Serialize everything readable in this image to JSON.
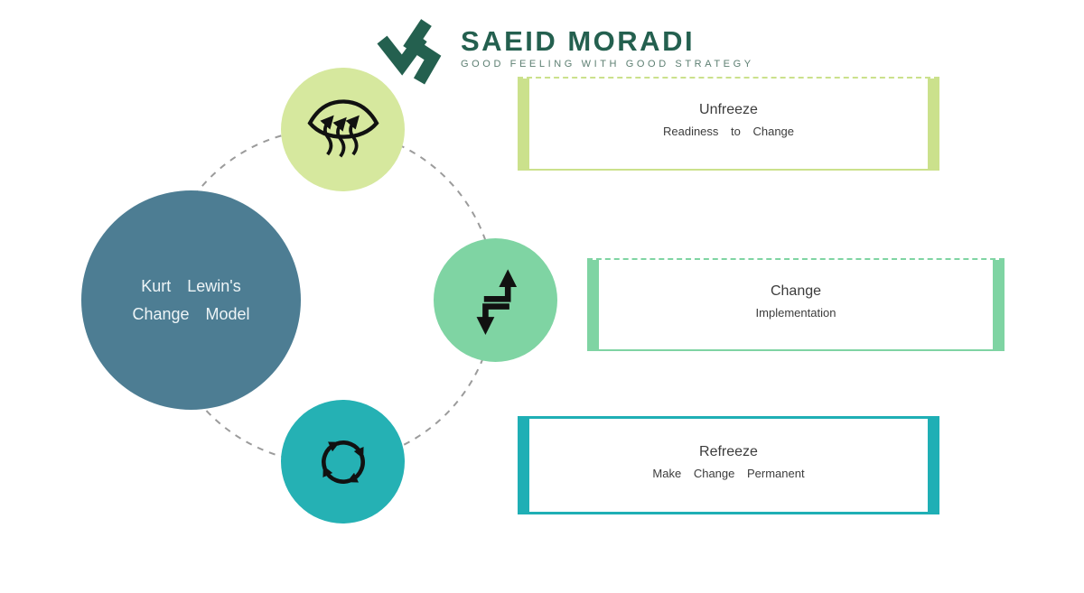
{
  "logo": {
    "brand": "SAEID MORADI",
    "tagline": "GOOD FEELING WITH GOOD STRATEGY",
    "brand_color": "#24604f",
    "tagline_color": "#5d7f72"
  },
  "center_circle": {
    "line1": "Kurt Lewin's",
    "line2": "Change Model",
    "fill": "#4d7d93",
    "text_color": "#eef5f7"
  },
  "ring": {
    "color": "#9b9b9b",
    "style": "dashed-circle"
  },
  "icon_color": "#111111",
  "stages": [
    {
      "title": "Unfreeze",
      "subtitle": "Readiness to Change",
      "circle_fill": "#d6e89e",
      "box_accent": "#cbe18c",
      "box_top_border": "dashed",
      "icon": "defrost-arrows-icon"
    },
    {
      "title": "Change",
      "subtitle": "Implementation",
      "circle_fill": "#7fd4a3",
      "box_accent": "#7fd4a3",
      "box_top_border": "dashed",
      "icon": "swap-level-arrows-icon"
    },
    {
      "title": "Refreeze",
      "subtitle": "Make Change Permanent",
      "circle_fill": "#25b1b4",
      "box_accent": "#1fafb5",
      "box_top_border": "solid",
      "icon": "cycle-arrows-icon"
    }
  ]
}
